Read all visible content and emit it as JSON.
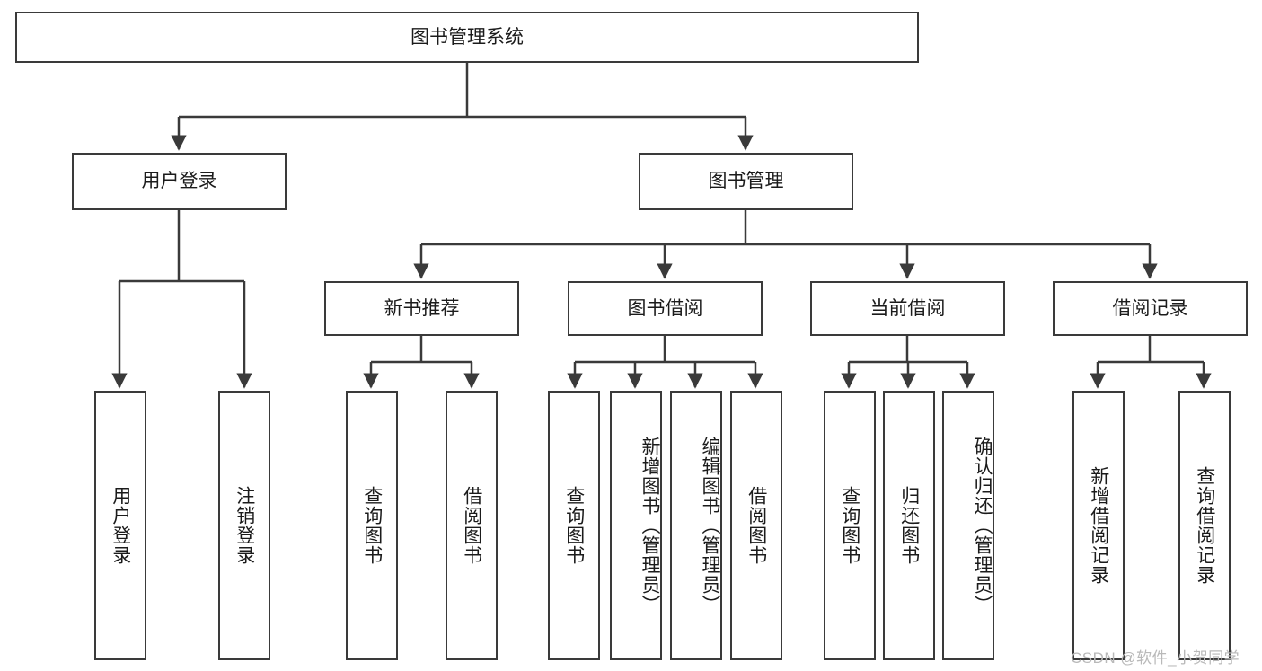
{
  "diagram": {
    "type": "tree-hierarchy",
    "title": "图书管理系统",
    "stroke_color": "#3a3a3a",
    "background_color": "#ffffff",
    "text_color": "#1b1b1b",
    "nodes": {
      "root": {
        "label": "图书管理系统",
        "level": 1
      },
      "l2_user_login": {
        "label": "用户登录",
        "level": 2
      },
      "l2_book_manage": {
        "label": "图书管理",
        "level": 2
      },
      "l3_new_book_rec": {
        "label": "新书推荐",
        "level": 3
      },
      "l3_book_borrow": {
        "label": "图书借阅",
        "level": 3
      },
      "l3_current_borrow": {
        "label": "当前借阅",
        "level": 3
      },
      "l3_borrow_record": {
        "label": "借阅记录",
        "level": 3
      },
      "l4_user_login": {
        "label": "用户登录",
        "level": 4
      },
      "l4_logout_login": {
        "label": "注销登录",
        "level": 4
      },
      "l4_query_book_a": {
        "label": "查询图书",
        "level": 4
      },
      "l4_borrow_book_a": {
        "label": "借阅图书",
        "level": 4
      },
      "l4_query_book_b": {
        "label": "查询图书",
        "level": 4
      },
      "l4_add_book": {
        "label": "新增图书（管理员）",
        "level": 4
      },
      "l4_edit_book": {
        "label": "编辑图书（管理员）",
        "level": 4
      },
      "l4_borrow_book_b": {
        "label": "借阅图书",
        "level": 4
      },
      "l4_query_book_c": {
        "label": "查询图书",
        "level": 4
      },
      "l4_return_book": {
        "label": "归还图书",
        "level": 4
      },
      "l4_confirm_return": {
        "label": "确认归还（管理员）",
        "level": 4
      },
      "l4_add_record": {
        "label": "新增借阅记录",
        "level": 4
      },
      "l4_query_record": {
        "label": "查询借阅记录",
        "level": 4
      }
    },
    "edges": [
      {
        "from": "root",
        "to": "l2_user_login"
      },
      {
        "from": "root",
        "to": "l2_book_manage"
      },
      {
        "from": "l2_user_login",
        "to": "l4_user_login"
      },
      {
        "from": "l2_user_login",
        "to": "l4_logout_login"
      },
      {
        "from": "l2_book_manage",
        "to": "l3_new_book_rec"
      },
      {
        "from": "l2_book_manage",
        "to": "l3_book_borrow"
      },
      {
        "from": "l2_book_manage",
        "to": "l3_current_borrow"
      },
      {
        "from": "l2_book_manage",
        "to": "l3_borrow_record"
      },
      {
        "from": "l3_new_book_rec",
        "to": "l4_query_book_a"
      },
      {
        "from": "l3_new_book_rec",
        "to": "l4_borrow_book_a"
      },
      {
        "from": "l3_book_borrow",
        "to": "l4_query_book_b"
      },
      {
        "from": "l3_book_borrow",
        "to": "l4_add_book"
      },
      {
        "from": "l3_book_borrow",
        "to": "l4_edit_book"
      },
      {
        "from": "l3_book_borrow",
        "to": "l4_borrow_book_b"
      },
      {
        "from": "l3_current_borrow",
        "to": "l4_query_book_c"
      },
      {
        "from": "l3_current_borrow",
        "to": "l4_return_book"
      },
      {
        "from": "l3_current_borrow",
        "to": "l4_confirm_return"
      },
      {
        "from": "l3_borrow_record",
        "to": "l4_add_record"
      },
      {
        "from": "l3_borrow_record",
        "to": "l4_query_record"
      }
    ]
  },
  "watermark": {
    "text": "CSDN @软件_小贺同学"
  }
}
